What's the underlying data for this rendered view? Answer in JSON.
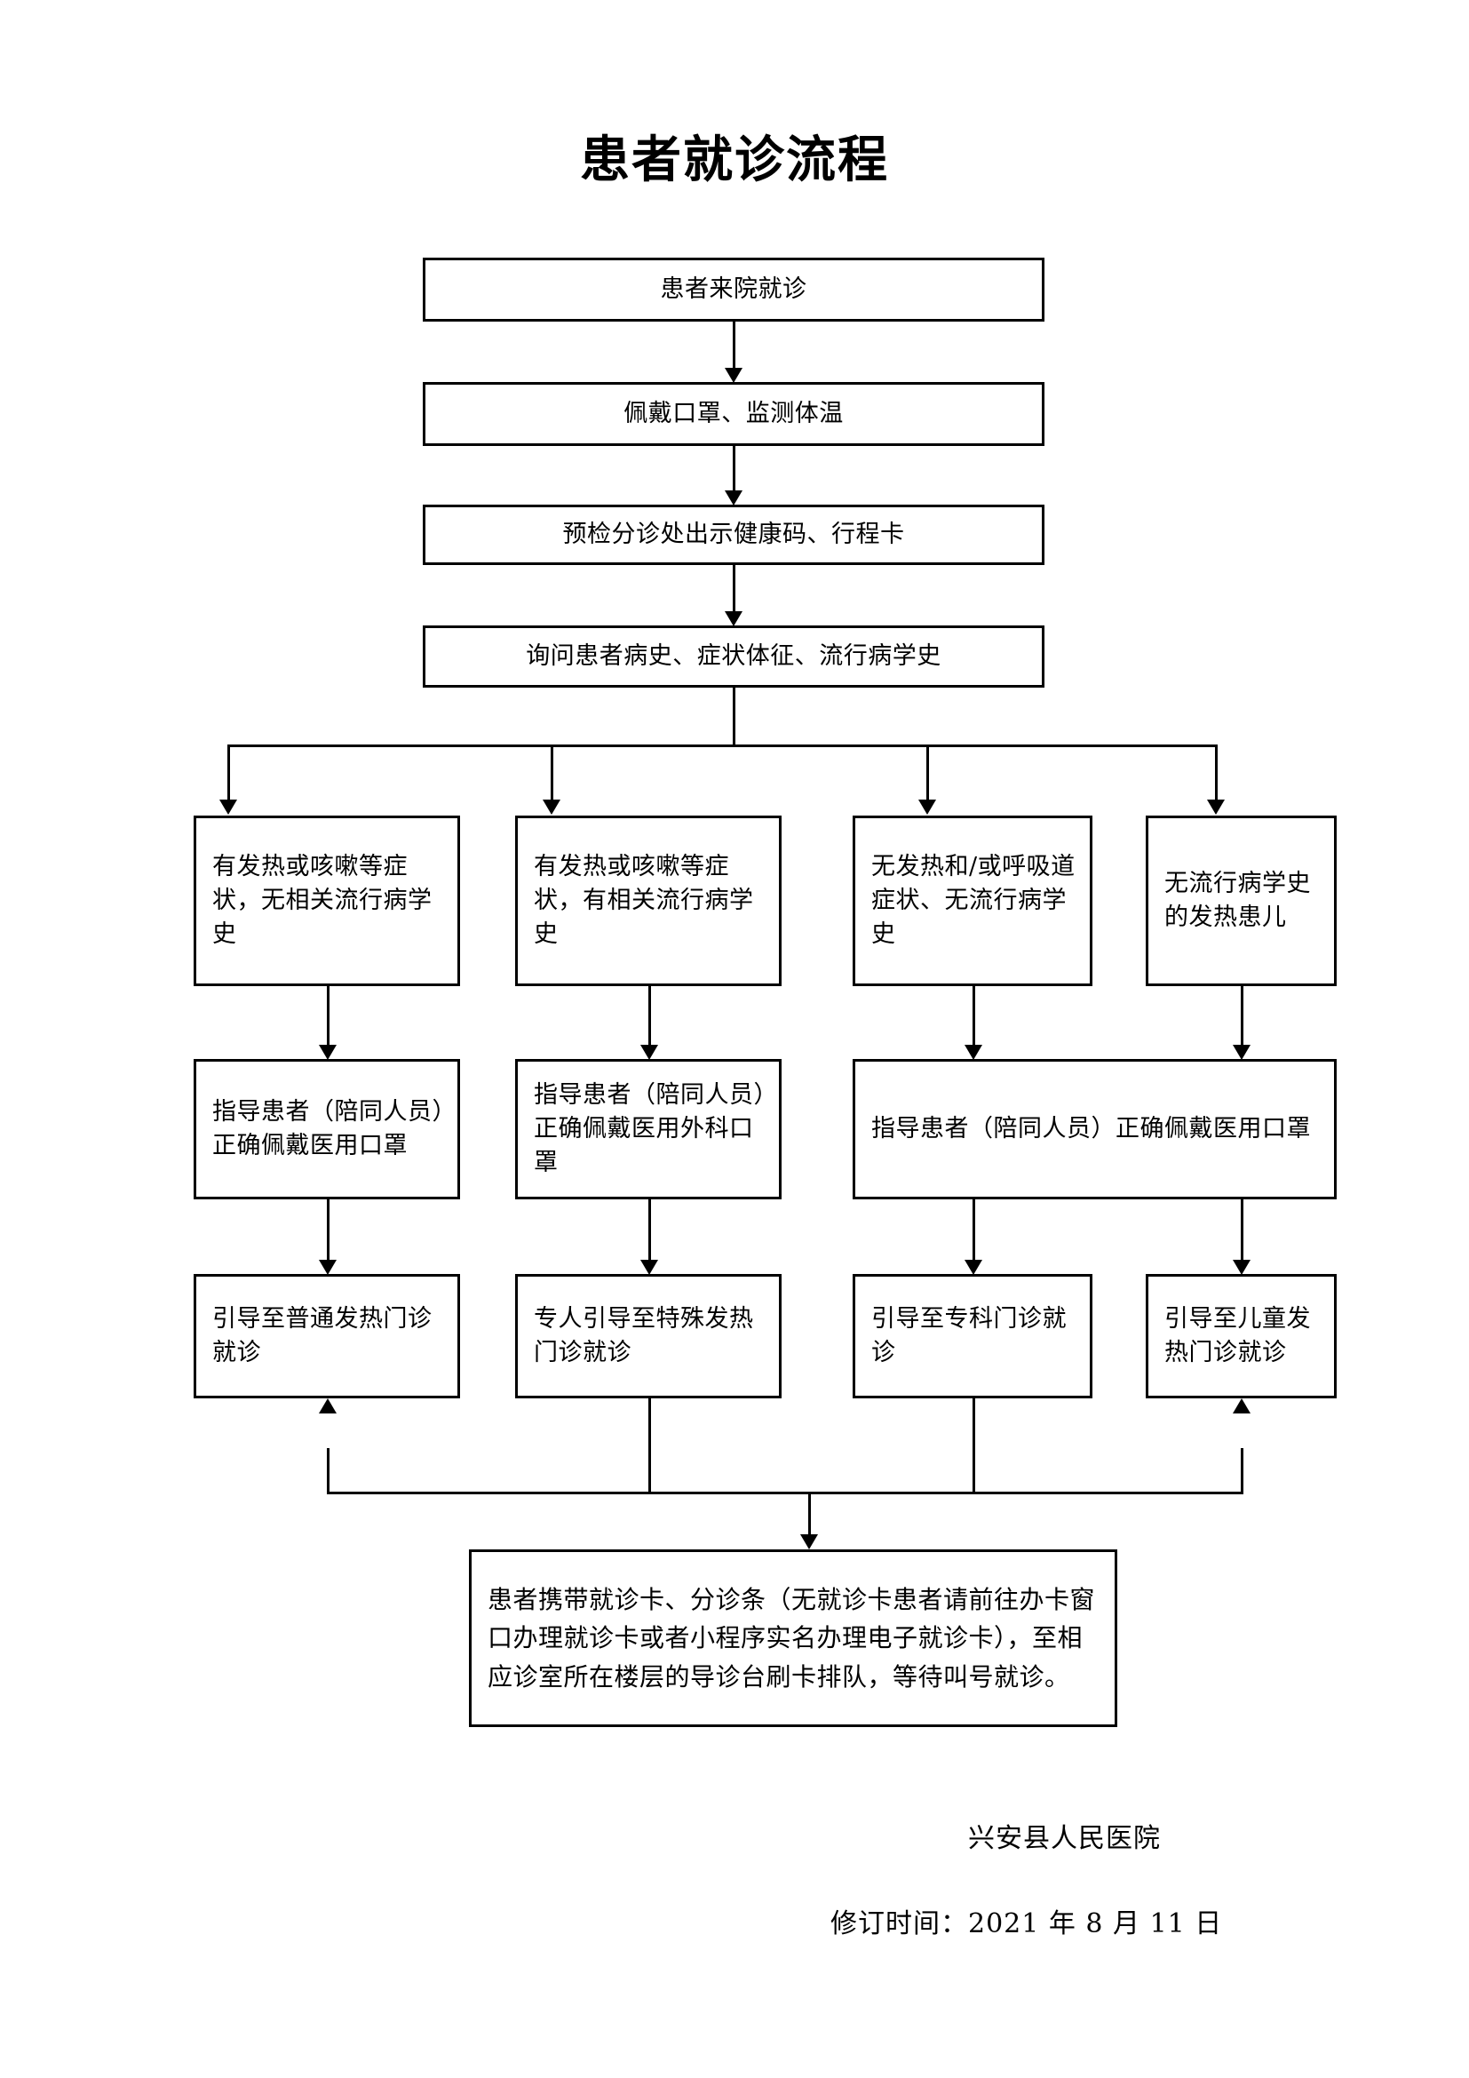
{
  "document": {
    "title": "患者就诊流程",
    "organization": "兴安县人民医院",
    "revision": "修订时间：2021 年 8 月 11 日"
  },
  "flow": {
    "step_arrival": "患者来院就诊",
    "step_mask_temp": "佩戴口罩、监测体温",
    "step_code": "预检分诊处出示健康码、行程卡",
    "step_history": "询问患者病史、症状体征、流行病学史",
    "branches": [
      {
        "condition": "有发热或咳嗽等症状，无相关流行病学史",
        "guidance": "指导患者（陪同人员）正确佩戴医用口罩",
        "destination": "引导至普通发热门诊就诊"
      },
      {
        "condition": "有发热或咳嗽等症状，有相关流行病学史",
        "guidance": "指导患者（陪同人员）正确佩戴医用外科口罩",
        "destination": "专人引导至特殊发热门诊就诊"
      },
      {
        "condition": "无发热和/或呼吸道症状、无流行病学史",
        "guidance": "指导患者（陪同人员）正确佩戴医用口罩",
        "destination": "引导至专科门诊就诊"
      },
      {
        "condition": "无流行病学史的发热患儿",
        "guidance": "指导患者（陪同人员）正确佩戴医用口罩",
        "destination": "引导至儿童发热门诊就诊"
      }
    ],
    "shared_guidance_right": "指导患者（陪同人员）正确佩戴医用口罩",
    "final_step": "患者携带就诊卡、分诊条（无就诊卡患者请前往办卡窗口办理就诊卡或者小程序实名办理电子就诊卡），至相应诊室所在楼层的导诊台刷卡排队，等待叫号就诊。"
  },
  "colors": {
    "ink": "#000000",
    "paper": "#ffffff"
  }
}
